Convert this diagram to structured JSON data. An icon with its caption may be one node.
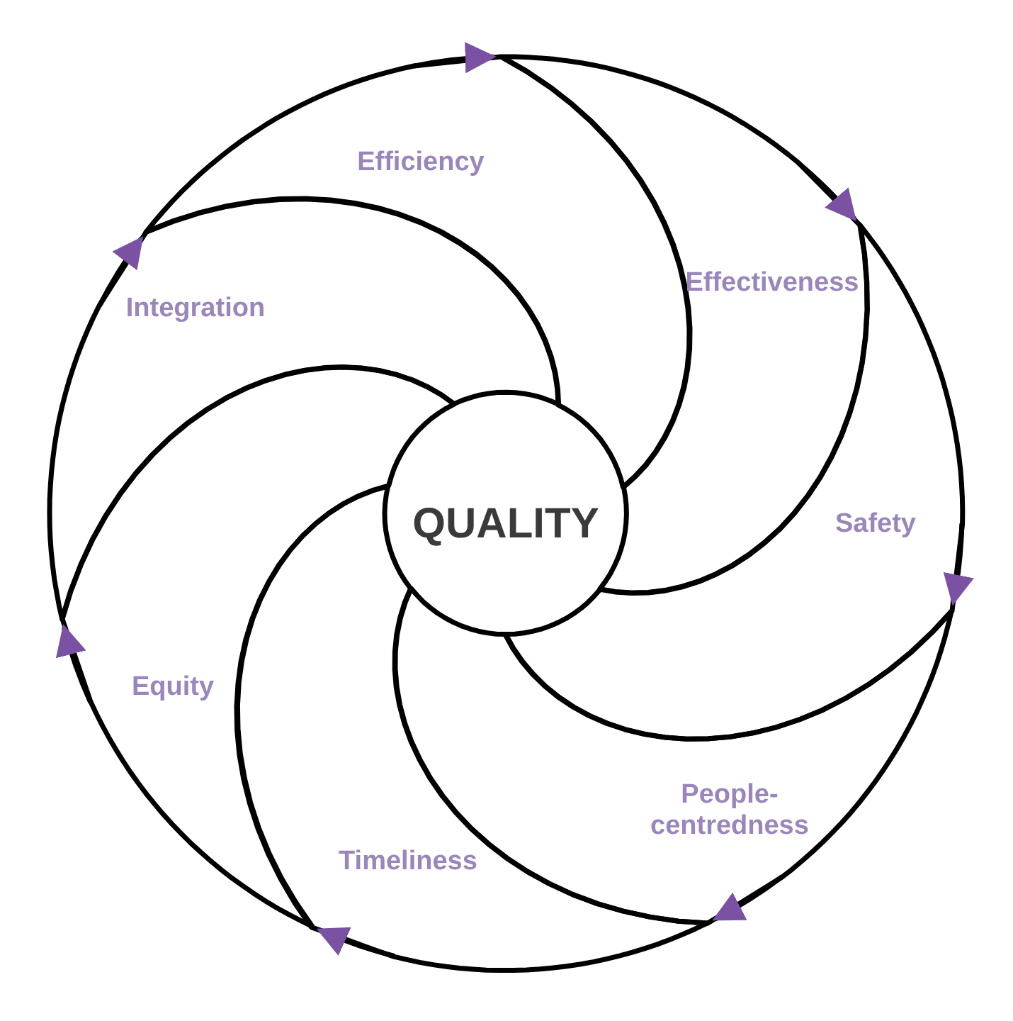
{
  "diagram": {
    "nodes": [
      {
        "text": [
          "Efficiency"
        ]
      },
      {
        "text": [
          "Effectiveness"
        ]
      },
      {
        "text": [
          "Safety"
        ]
      },
      {
        "text": [
          "People- centredness"
        ]
      },
      {
        "text": [
          "Timeliness"
        ]
      },
      {
        "text": [
          "Equity"
        ]
      },
      {
        "text": [
          "Integration"
        ]
      }
    ],
    "edges": [
      {
        "from": 0,
        "to": 1,
        "arrow": "to"
      },
      {
        "from": 1,
        "to": 2,
        "arrow": "to"
      },
      {
        "from": 2,
        "to": 3,
        "arrow": "to"
      },
      {
        "from": 3,
        "to": 4,
        "arrow": "to"
      },
      {
        "from": 4,
        "to": 5,
        "arrow": "to"
      },
      {
        "from": 5,
        "to": 6,
        "arrow": "to"
      },
      {
        "from": 6,
        "to": 0,
        "arrow": "to"
      }
    ],
    "labels": [
      "QUALITY"
    ]
  }
}
